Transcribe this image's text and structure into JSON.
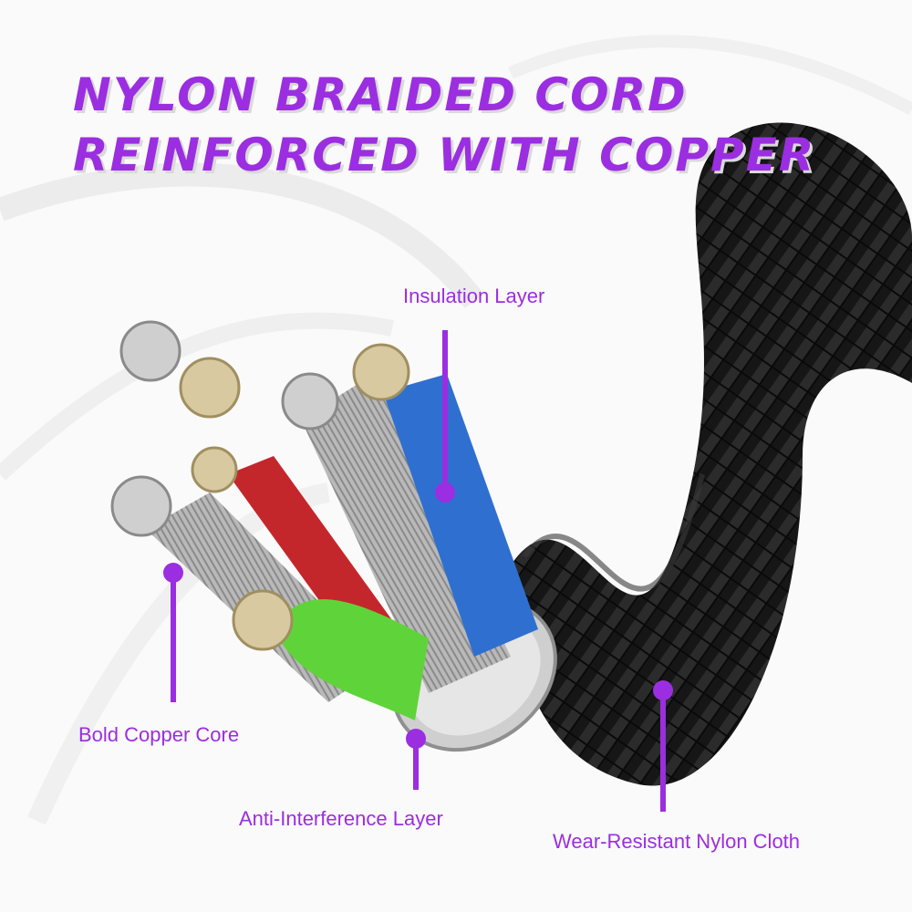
{
  "headline": {
    "line1": "NYLON BRAIDED CORD",
    "line2": "REINFORCED WITH COPPER"
  },
  "callouts": {
    "insulation_layer": "Insulation Layer",
    "bold_copper_core": "Bold Copper Core",
    "anti_interference_layer": "Anti-Interference Layer",
    "wear_resistant_nylon_cloth": "Wear-Resistant Nylon Cloth"
  },
  "colors": {
    "accent_purple": "#9b2ee0",
    "braid_black": "#1a1a1a",
    "wire_blue": "#2f6fd0",
    "wire_green": "#5fd43a",
    "wire_red": "#c4272b",
    "copper_gold": "#d8c9a0",
    "silver": "#c8c8c8"
  }
}
